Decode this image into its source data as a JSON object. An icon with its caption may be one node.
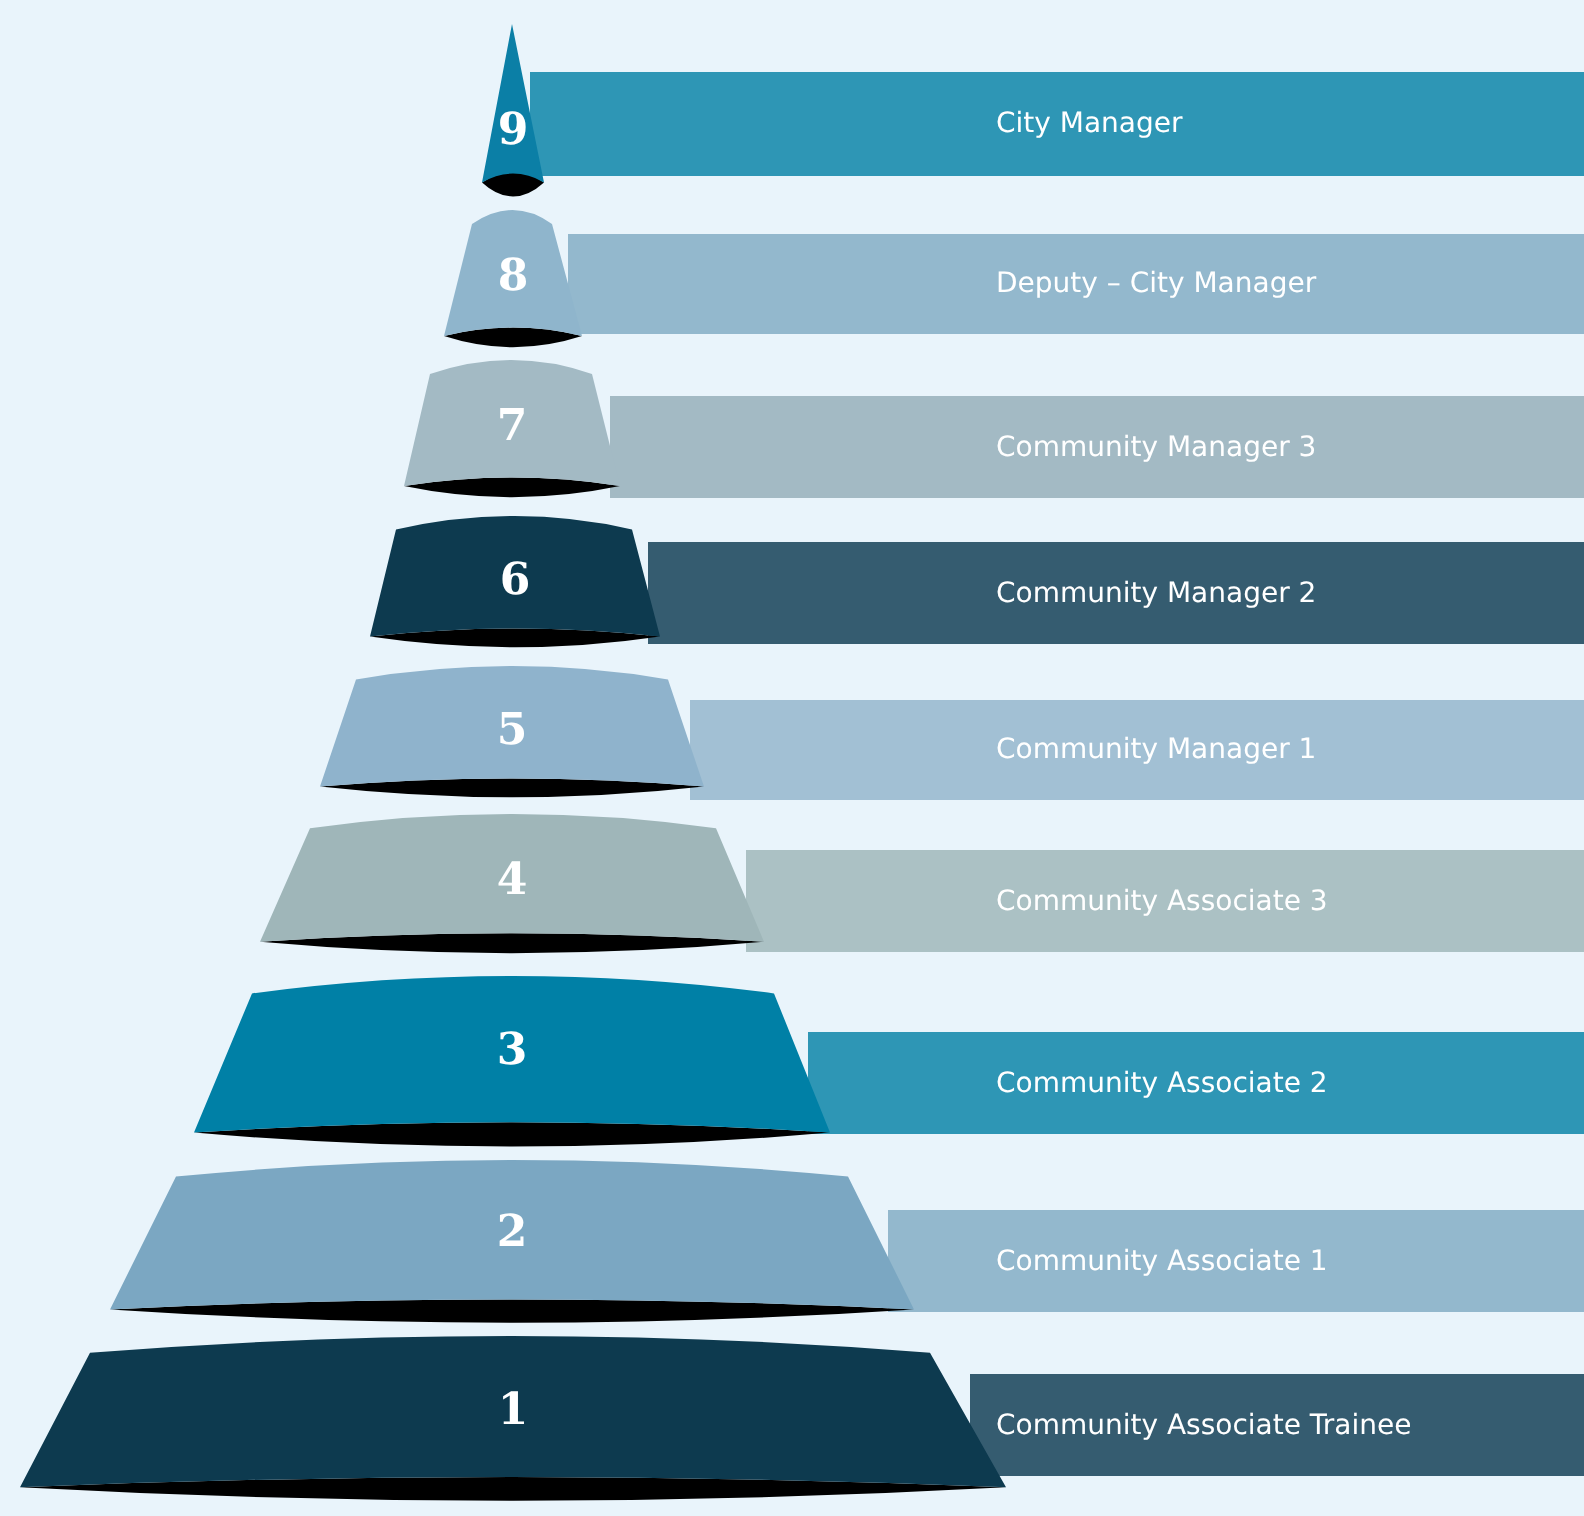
{
  "diagram": {
    "nodes": [
      {
        "text": [
          "9"
        ]
      },
      {
        "text": [
          "City Manager"
        ]
      },
      {
        "text": [
          "8"
        ]
      },
      {
        "text": [
          "Deputy – City Manager"
        ]
      },
      {
        "text": [
          "7"
        ]
      },
      {
        "text": [
          "Community Manager 3"
        ]
      },
      {
        "text": [
          "6"
        ]
      },
      {
        "text": [
          "Community Manager 2"
        ]
      },
      {
        "text": [
          "5"
        ]
      },
      {
        "text": [
          "Community Manager 1"
        ]
      },
      {
        "text": [
          "4"
        ]
      },
      {
        "text": [
          "Community Associate 3"
        ]
      },
      {
        "text": [
          "3"
        ]
      },
      {
        "text": [
          "Community Associate 2"
        ]
      },
      {
        "text": [
          "2"
        ]
      },
      {
        "text": [
          "Community Associate 1"
        ]
      },
      {
        "text": [
          "1"
        ]
      },
      {
        "text": [
          "Community Associate Trainee"
        ]
      }
    ]
  }
}
